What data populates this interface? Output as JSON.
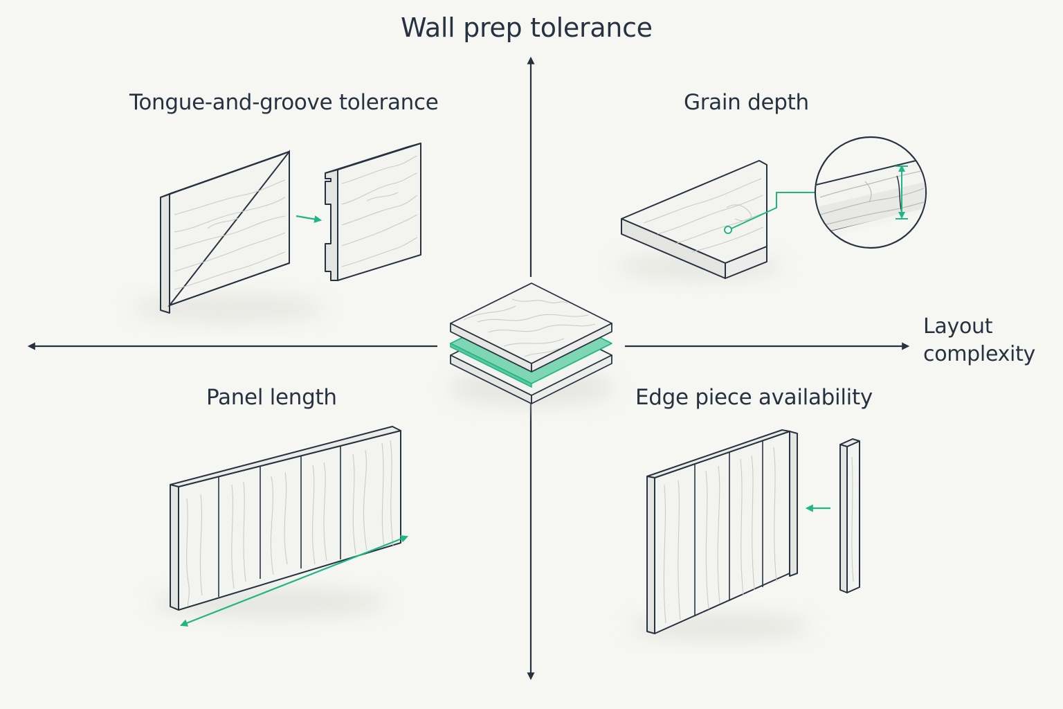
{
  "axes": {
    "vertical_label": "Wall prep tolerance",
    "horizontal_label_line1": "Layout",
    "horizontal_label_line2": "complexity"
  },
  "quadrants": {
    "top_left": {
      "title": "Tongue-and-groove tolerance",
      "icon": "tongue-groove-boards"
    },
    "top_right": {
      "title": "Grain depth",
      "icon": "grain-depth-magnifier"
    },
    "bottom_left": {
      "title": "Panel length",
      "icon": "long-wall-panel"
    },
    "bottom_right": {
      "title": "Edge piece availability",
      "icon": "edge-trim-piece"
    }
  },
  "center": {
    "icon": "layered-tile-stack"
  },
  "colors": {
    "background": "#f6f6f2",
    "ink": "#263240",
    "accent": "#1fb584",
    "accent_fill": "#7fd6b4",
    "wood": "#f3f3ef",
    "grain": "#c9ccc6"
  }
}
